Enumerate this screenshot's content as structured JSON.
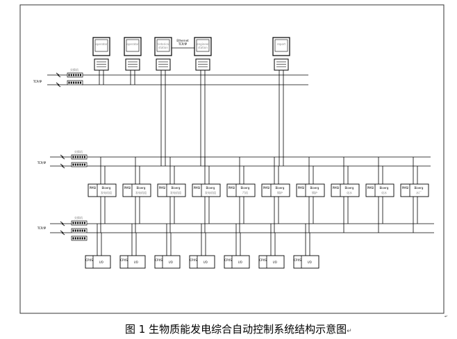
{
  "caption": "图 1  生物质能发电综合自动控制系统结构示意图",
  "caption_end_mark": "↵",
  "frame_corner_mark": "↵",
  "workstations": [
    "operator",
    "operator",
    "historical\nstation",
    "engineer\nstation",
    "report"
  ],
  "network_link_label": "Ethernet\nTCP/IP",
  "switch_label": "交换机",
  "network_label": "TCP/IP",
  "controller_front": "PMSI",
  "controller_box": "Bioerg",
  "controllers": [
    {
      "sub": "发电机组"
    },
    {
      "sub": "发电机组"
    },
    {
      "sub": "发电机组"
    },
    {
      "sub": "发电机组"
    },
    {
      "sub": "汽机"
    },
    {
      "sub": "锅炉"
    },
    {
      "sub": "锅炉"
    },
    {
      "sub": "化水"
    },
    {
      "sub": "化水"
    },
    {
      "sub": "水厂"
    }
  ],
  "io_front": "CPXS",
  "io_box": "I/O",
  "io_count": 7
}
